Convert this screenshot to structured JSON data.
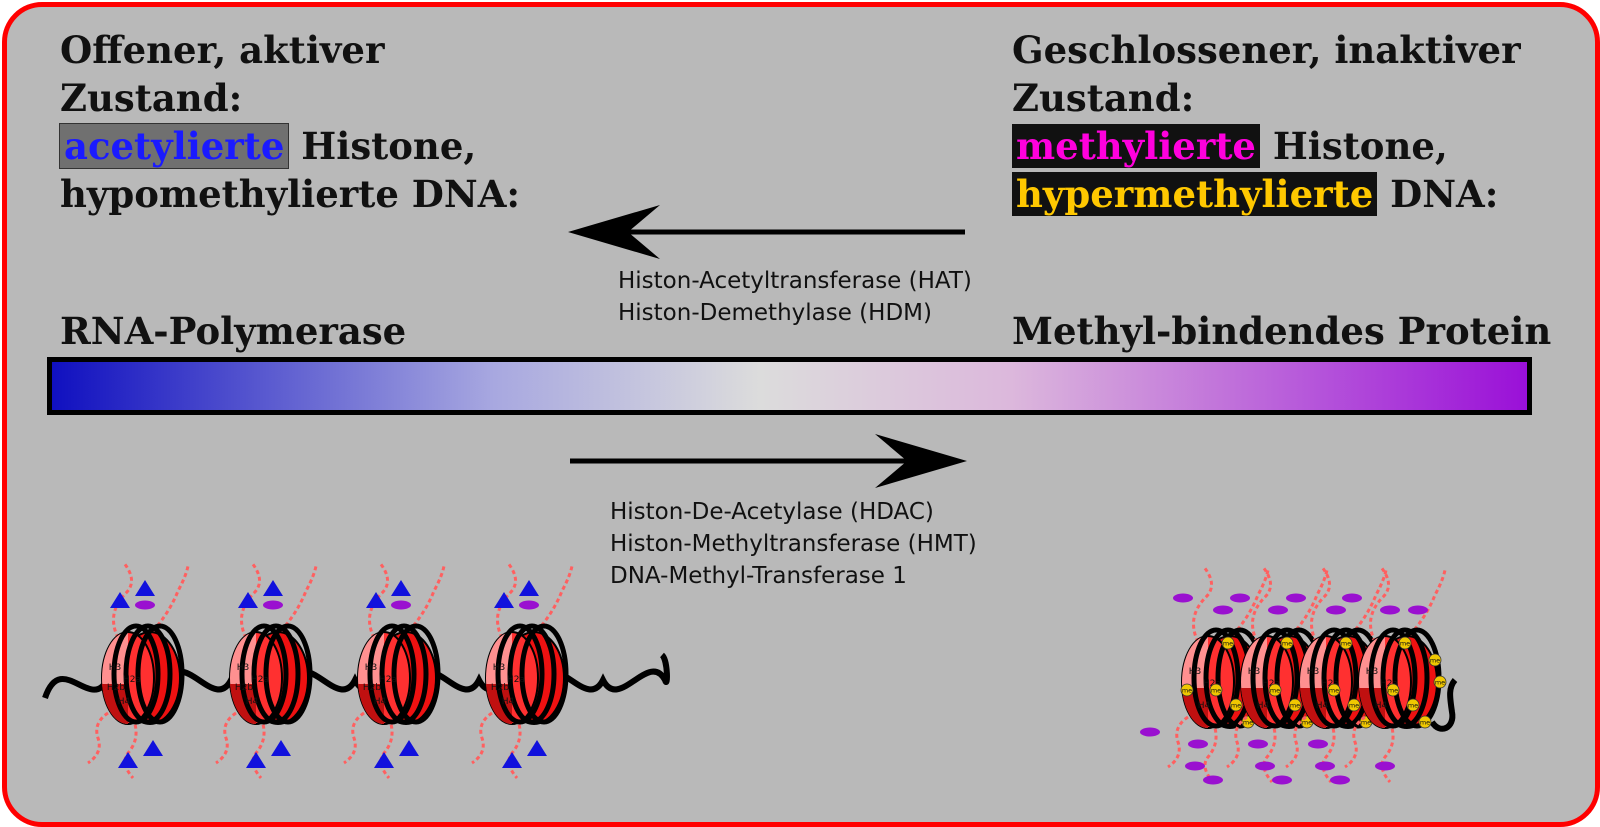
{
  "left_state": {
    "line1": "Offener, aktiver",
    "line2": "Zustand:",
    "highlight": "acetylierte",
    "line3_rest": " Histone,",
    "line4": "hypomethylierte DNA:"
  },
  "right_state": {
    "line1": "Geschlossener, inaktiver",
    "line2": "Zustand:",
    "highlight1": "methylierte",
    "line3_rest": " Histone,",
    "highlight2": "hypermethylierte",
    "line4_rest": " DNA:"
  },
  "top_enzymes": [
    "Histon-Acetyltransferase (HAT)",
    "Histon-Demethylase (HDM)"
  ],
  "bottom_enzymes": [
    "Histon-De-Acetylase (HDAC)",
    "Histon-Methyltransferase (HMT)",
    "DNA-Methyl-Transferase 1"
  ],
  "label_left": "RNA-Polymerase",
  "label_right": "Methyl-bindendes Protein",
  "histone_labels": {
    "h3": "H3",
    "h2a": "H2a",
    "h2b": "H2b",
    "h4": "H4"
  },
  "methyl_tag": "me",
  "colors": {
    "frame": "#ff0000",
    "background": "#b9b9b9",
    "acetyl_text": "#1a1aff",
    "methyl_text": "#ff00dd",
    "hyper_text": "#ffc800",
    "gradient_start": "#1010c0",
    "gradient_end": "#9a10d8",
    "histone": "#ee1111",
    "acetyl_mark": "#1111dd",
    "methyl_mark": "#9a10d0",
    "me_bead": "#f0c800"
  },
  "icons": [
    "arrow-left-icon",
    "arrow-right-icon",
    "nucleosome-icon",
    "acetyl-triangle-icon",
    "methyl-ellipse-icon"
  ]
}
